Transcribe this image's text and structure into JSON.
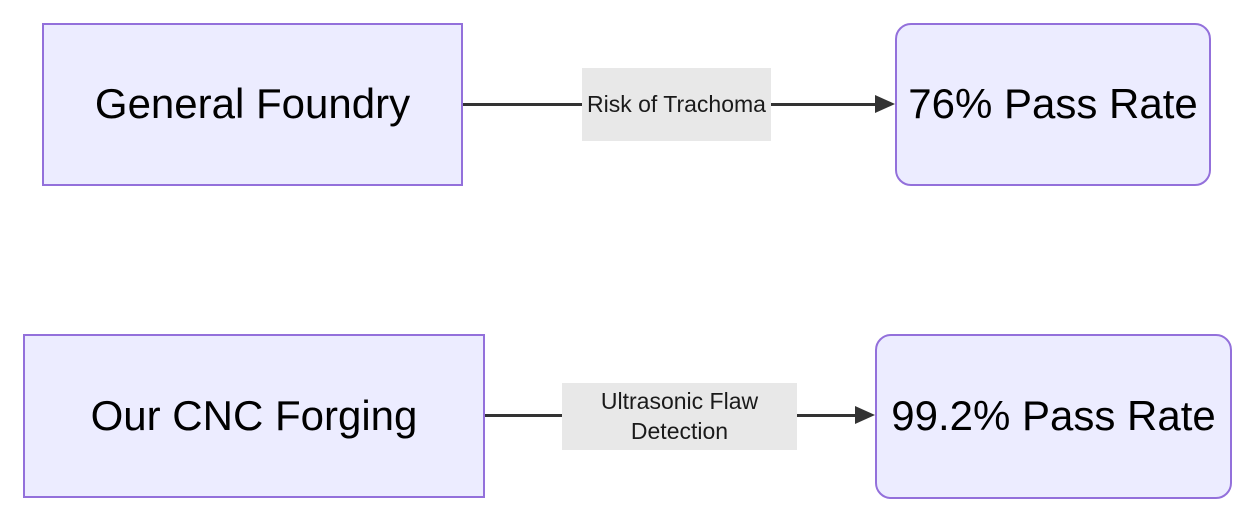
{
  "diagram": {
    "type": "flowchart",
    "direction": "left-to-right",
    "colors": {
      "node_fill": "#ECECFF",
      "node_border": "#9370DB",
      "edge_line": "#333333",
      "edge_label_bg": "#E8E8E8",
      "node_text": "#000000",
      "edge_label_text": "#1A1A1A",
      "background": "#FFFFFF"
    },
    "rows": [
      {
        "source": {
          "label": "General Foundry",
          "shape": "rectangle"
        },
        "edge_label": "Risk of Trachoma",
        "target": {
          "label": "76% Pass Rate",
          "shape": "rounded-rectangle"
        }
      },
      {
        "source": {
          "label": "Our CNC Forging",
          "shape": "rectangle"
        },
        "edge_label": "Ultrasonic Flaw Detection",
        "target": {
          "label": "99.2% Pass Rate",
          "shape": "rounded-rectangle"
        }
      }
    ]
  }
}
